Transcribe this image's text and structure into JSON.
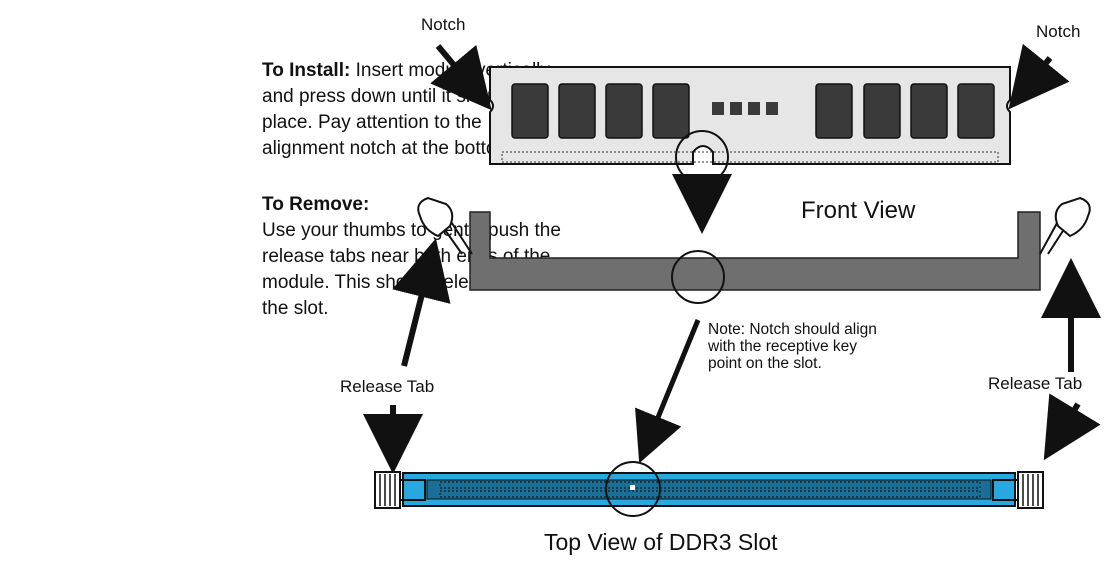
{
  "install": {
    "heading": "To Install:",
    "text": "Insert module vertically and press down until it snaps into place. Pay attention to the alignment notch at the bottom."
  },
  "remove": {
    "heading": "To Remove:",
    "text": "Use your thumbs to gently push the release tabs near both ends of the module.  This should release it from the slot."
  },
  "labels": {
    "notch_left": "Notch",
    "notch_right": "Notch",
    "front_view": "Front View",
    "note_line1": "Note: Notch should align",
    "note_line2": "with the receptive key",
    "note_line3": "point on the slot.",
    "release_tab_left": "Release Tab",
    "release_tab_right": "Release Tab",
    "top_view": "Top View of DDR3 Slot"
  },
  "colors": {
    "slot_blue": "#29a8e0",
    "slot_gray": "#6f6f6f",
    "module_fill": "#e6e6e6",
    "chip": "#3a3a3a"
  }
}
